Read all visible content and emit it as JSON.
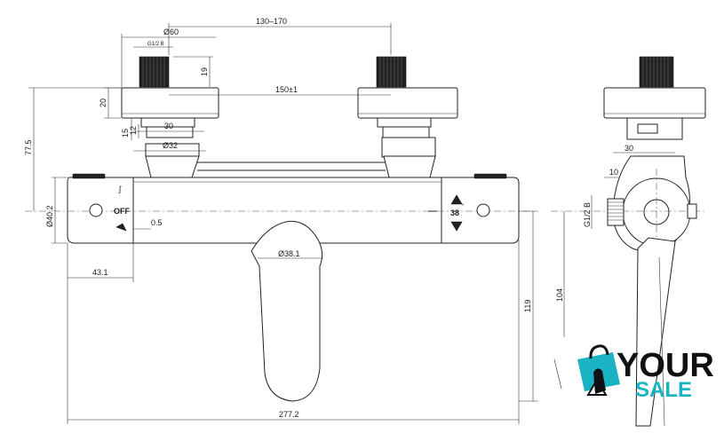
{
  "dimensions": {
    "d60": "Ø60",
    "spacing": "130–170",
    "g12a": "G1/2 B",
    "h19": "19",
    "h20": "20",
    "center150": "150±1",
    "h77": "77.5",
    "h15": "15",
    "h12": "12",
    "w30": "30",
    "d32": "Ø32",
    "d40": "Ø40.2",
    "d05": "0.5",
    "d38": "Ø38.1",
    "w43": "43.1",
    "h119": "119",
    "w277": "277.2",
    "side_w30": "30",
    "side_w10": "10",
    "side_g12": "G1/2 B",
    "side_h104": "104"
  },
  "labels": {
    "off": "OFF",
    "temp": "38"
  },
  "logo": {
    "brand_top": "YOUR",
    "brand_bottom": "SALE",
    "accent": "#1ab3c4"
  }
}
